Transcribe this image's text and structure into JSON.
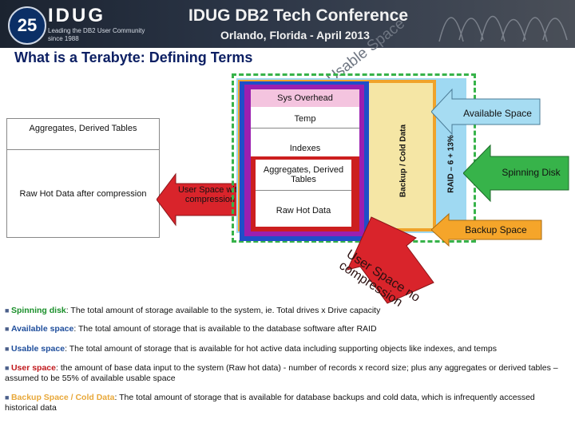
{
  "header": {
    "logo_badge": "25",
    "logo_word": "IDUG",
    "logo_tagline": "Leading the DB2 User Community since 1988",
    "conference_title": "IDUG DB2 Tech Conference",
    "conference_subtitle": "Orlando, Florida - April 2013"
  },
  "slide_title": "What is a Terabyte: Defining Terms",
  "usable_space_label": "Usable Space",
  "left_box": {
    "top_label": "Aggregates, Derived Tables",
    "bottom_label": "Raw Hot Data after compression"
  },
  "arrows": {
    "user_space_compression": "User Space with compression",
    "available_space": "Available Space",
    "spinning_disk": "Spinning Disk",
    "backup_space": "Backup Space",
    "user_space_no_compression": "User Space no compression"
  },
  "stack": {
    "sys_overhead": "Sys Overhead",
    "temp": "Temp",
    "indexes": "Indexes",
    "aggregates": "Aggregates, Derived Tables",
    "raw_hot_data": "Raw Hot Data",
    "backup_cold": "Backup / Cold Data",
    "raid": "RAID – 6 + 13%"
  },
  "colors": {
    "green": "#37b34a",
    "red": "#cc1f1f",
    "blue": "#1f4ec8",
    "purple": "#9b1fb0",
    "orange": "#f0a32a",
    "yellow": "#f5e6a5",
    "light_blue": "#9fd9f2"
  },
  "bullets": [
    {
      "term": "Spinning disk",
      "text": ": The total amount of storage available to the system, ie. Total drives x Drive capacity"
    },
    {
      "term": "Available space",
      "text": ": The total amount of storage that is available to the database software after RAID"
    },
    {
      "term": "Usable space",
      "text": ": The total amount of storage that is available for hot active data including supporting objects like indexes, and temps"
    },
    {
      "term": "User space",
      "text": ": the amount of base data input to the system (Raw hot data) - number of records x record size; plus any aggregates or derived tables – assumed to be 55% of available usable space"
    },
    {
      "term": "Backup Space / Cold Data",
      "text": ": The total amount of storage that is available for database backups and cold data, which is infrequently accessed historical data"
    }
  ]
}
